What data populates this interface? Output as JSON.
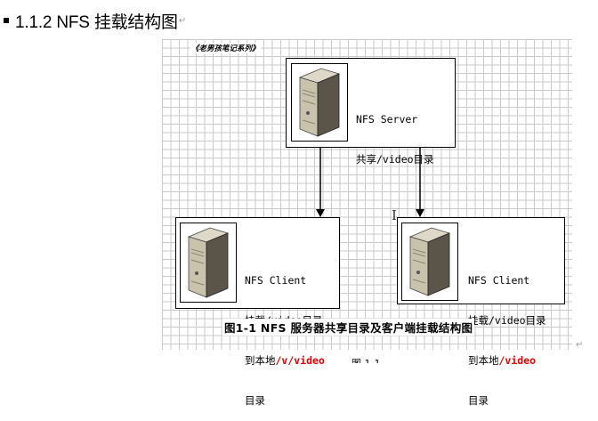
{
  "heading": {
    "text": "1.1.2 NFS 挂载结构图",
    "para_mark": "↵"
  },
  "figure": {
    "series_label": "《老男孩笔记系列》",
    "server": {
      "line1": "NFS Server",
      "line2": "共享/video目录"
    },
    "client_left": {
      "line1": "NFS Client",
      "line2": "挂载/video目录",
      "line3_prefix": "到本地",
      "line3_path": "/v/video",
      "line4": "目录"
    },
    "client_right": {
      "line1": "NFS Client",
      "line2": "挂载/video目录",
      "line3_prefix": "到本地",
      "line3_path": "/video",
      "line4": "目录"
    },
    "caption": "图1-1 NFS 服务器共享目录及客户端挂载结构图"
  },
  "below_caption": "图 1-1",
  "colors": {
    "path_highlight": "#e00000",
    "grid": "#c9c9c9"
  }
}
